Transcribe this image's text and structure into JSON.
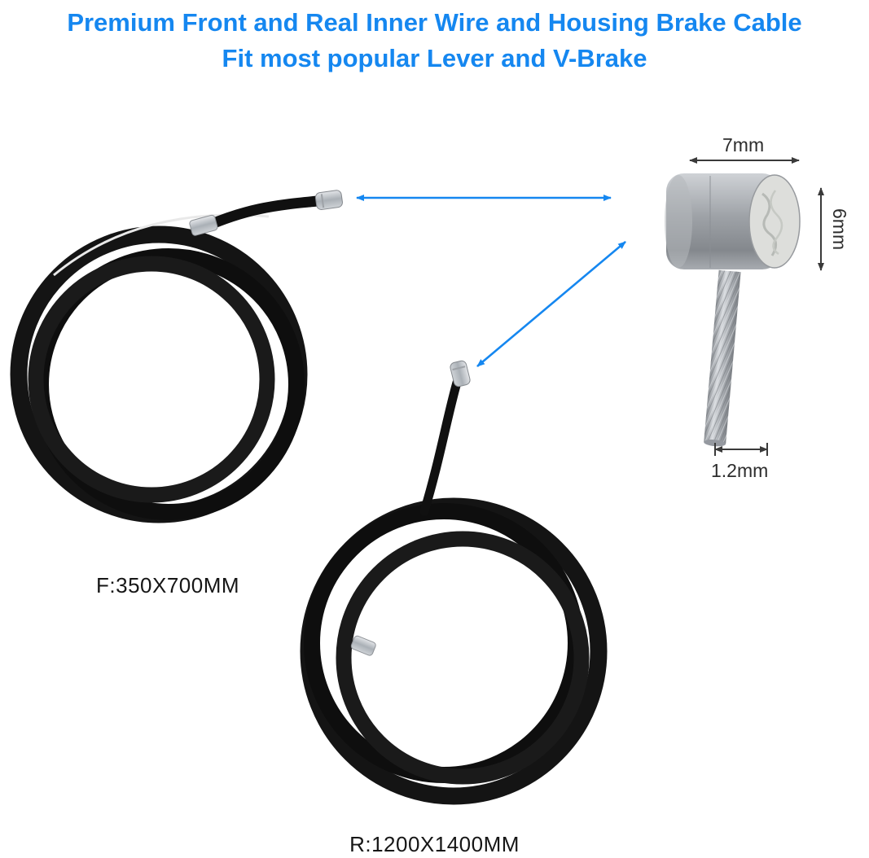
{
  "title": {
    "line1": "Premium Front and Real Inner Wire and Housing Brake Cable",
    "line2": "Fit most popular Lever and V-Brake"
  },
  "labels": {
    "front_cable_size": "F:350X700MM",
    "rear_cable_size": "R:1200X1400MM"
  },
  "dimensions": {
    "nipple_width": "7mm",
    "nipple_height": "6mm",
    "wire_diameter": "1.2mm"
  },
  "icons": {
    "horizontal_pointer": "double-arrow-icon",
    "diagonal_pointer": "double-arrow-icon"
  },
  "colors": {
    "title_text": "#1587f0",
    "pointer_arrows": "#1587f0",
    "dimension_text": "#2d2d2d",
    "cable": "#111111",
    "metal": "#b9bdc2"
  }
}
